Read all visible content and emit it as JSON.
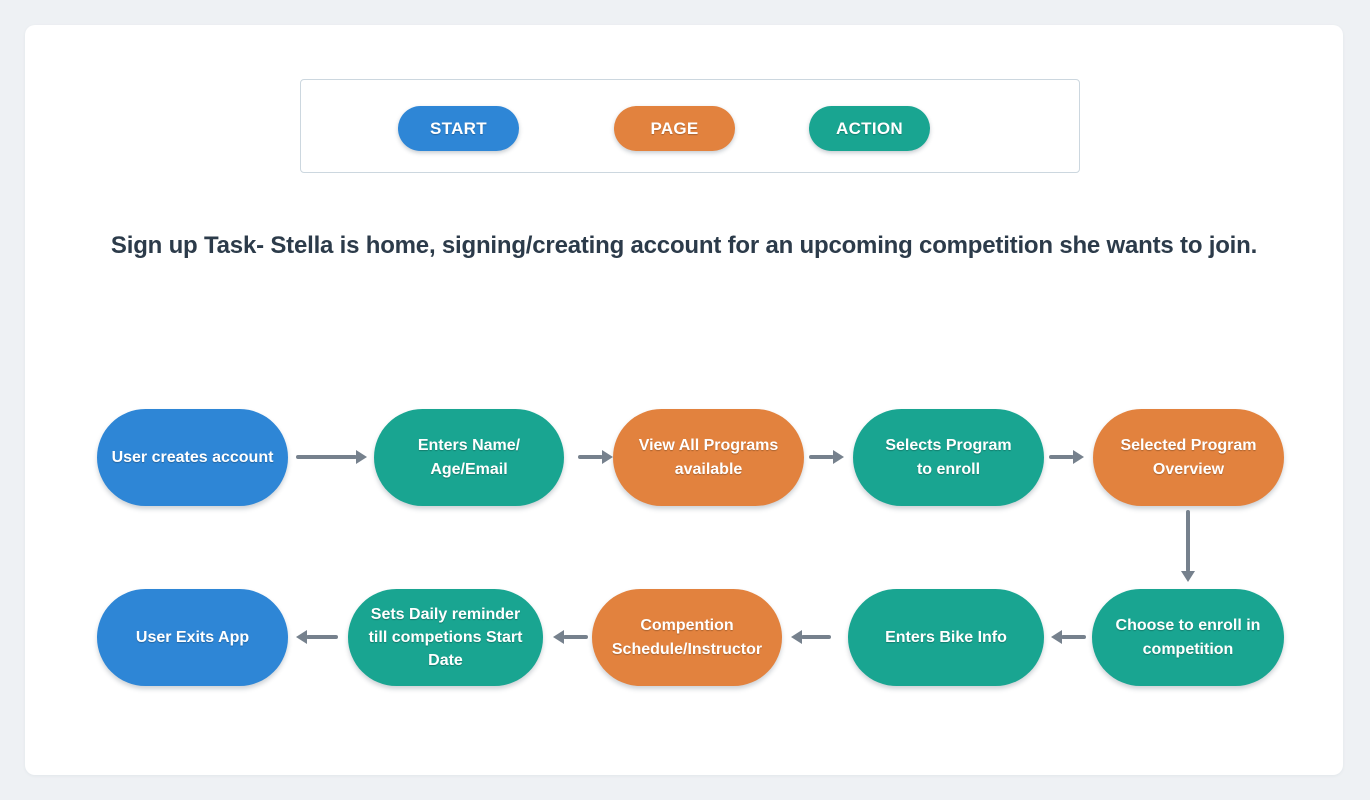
{
  "title": "Sign up Task- Stella is home, signing/creating account for an upcoming competition she wants to join.",
  "legend": {
    "items": [
      {
        "label": "START",
        "type": "start"
      },
      {
        "label": "PAGE",
        "type": "page"
      },
      {
        "label": "ACTION",
        "type": "action"
      }
    ]
  },
  "flow": {
    "row1": [
      {
        "label": "User creates account",
        "type": "start"
      },
      {
        "label": "Enters Name/\nAge/Email",
        "type": "action"
      },
      {
        "label": "View All Programs\navailable",
        "type": "page"
      },
      {
        "label": "Selects Program\nto enroll",
        "type": "action"
      },
      {
        "label": "Selected Program\nOverview",
        "type": "page"
      }
    ],
    "row2": [
      {
        "label": "User Exits App",
        "type": "start"
      },
      {
        "label": "Sets Daily reminder\ntill competions Start\nDate",
        "type": "action"
      },
      {
        "label": "Compention\nSchedule/Instructor",
        "type": "page"
      },
      {
        "label": "Enters Bike Info",
        "type": "action"
      },
      {
        "label": "Choose to enroll in\ncompetition",
        "type": "action"
      }
    ]
  },
  "icons": {
    "connectors": [
      "arrow-right-icon",
      "arrow-left-icon",
      "arrow-down-icon"
    ]
  },
  "colors": {
    "start": "#2e86d6",
    "page": "#e2823e",
    "action": "#19a591",
    "arrow": "#76818d",
    "title": "#2c3b4a",
    "bg": "#eef1f4",
    "card": "#ffffff",
    "border": "#ccd7df"
  }
}
